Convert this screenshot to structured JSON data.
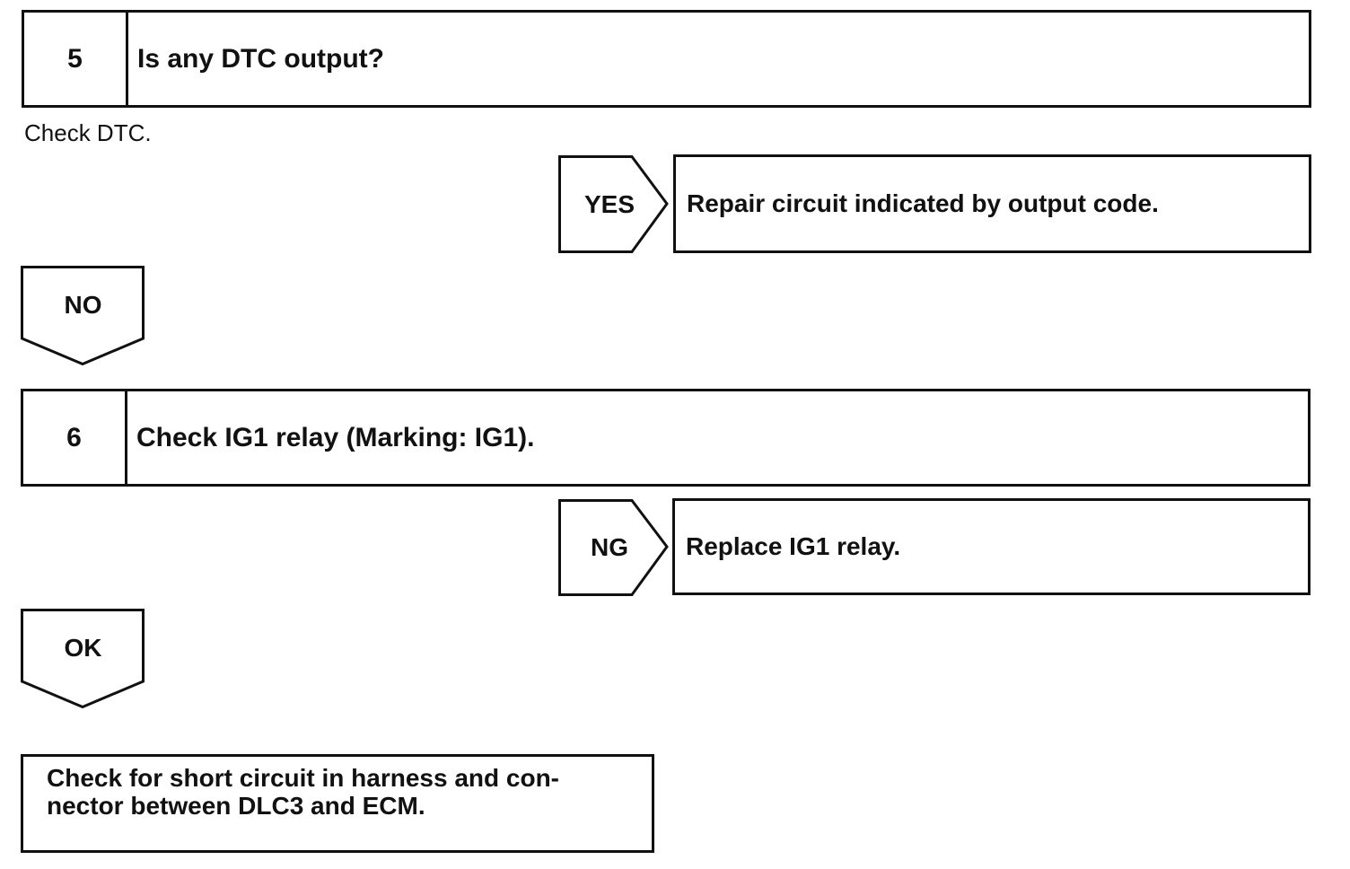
{
  "steps": [
    {
      "number": "5",
      "title": "Is any DTC output?",
      "note": "Check DTC."
    },
    {
      "number": "6",
      "title": "Check IG1 relay (Marking: IG1)."
    }
  ],
  "branches": {
    "step5_yes": {
      "label": "YES",
      "action": "Repair circuit indicated by output code."
    },
    "step5_no": {
      "label": "NO"
    },
    "step6_ng": {
      "label": "NG",
      "action": "Replace IG1 relay."
    },
    "step6_ok": {
      "label": "OK"
    }
  },
  "final": {
    "line1": "Check for short circuit in harness and con-",
    "line2": "nector between DLC3 and ECM."
  }
}
